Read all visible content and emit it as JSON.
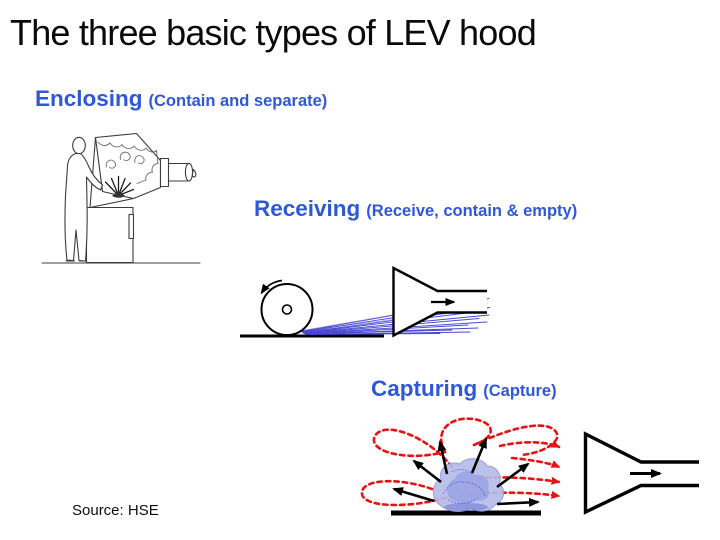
{
  "colors": {
    "heading_blue": "#2E58D8",
    "streamline_red": "#E81212",
    "spray_blue": "#3434CE",
    "ink": "#000000"
  },
  "slide": {
    "title": "The three basic types of LEV hood",
    "source": "Source: HSE",
    "sections": [
      {
        "name": "Enclosing",
        "qualifier": "(Contain and separate)"
      },
      {
        "name": "Receiving",
        "qualifier": "(Receive, contain & empty)"
      },
      {
        "name": "Capturing",
        "qualifier": "(Capture)"
      }
    ]
  },
  "illustrations": {
    "enclosing": "worker-at-enclosing-booth-with-extract-duct",
    "receiving": "grinding-wheel-spark-stream-into-receiving-hood",
    "capturing": "contaminant-cloud-airflow-captured-by-hood"
  }
}
